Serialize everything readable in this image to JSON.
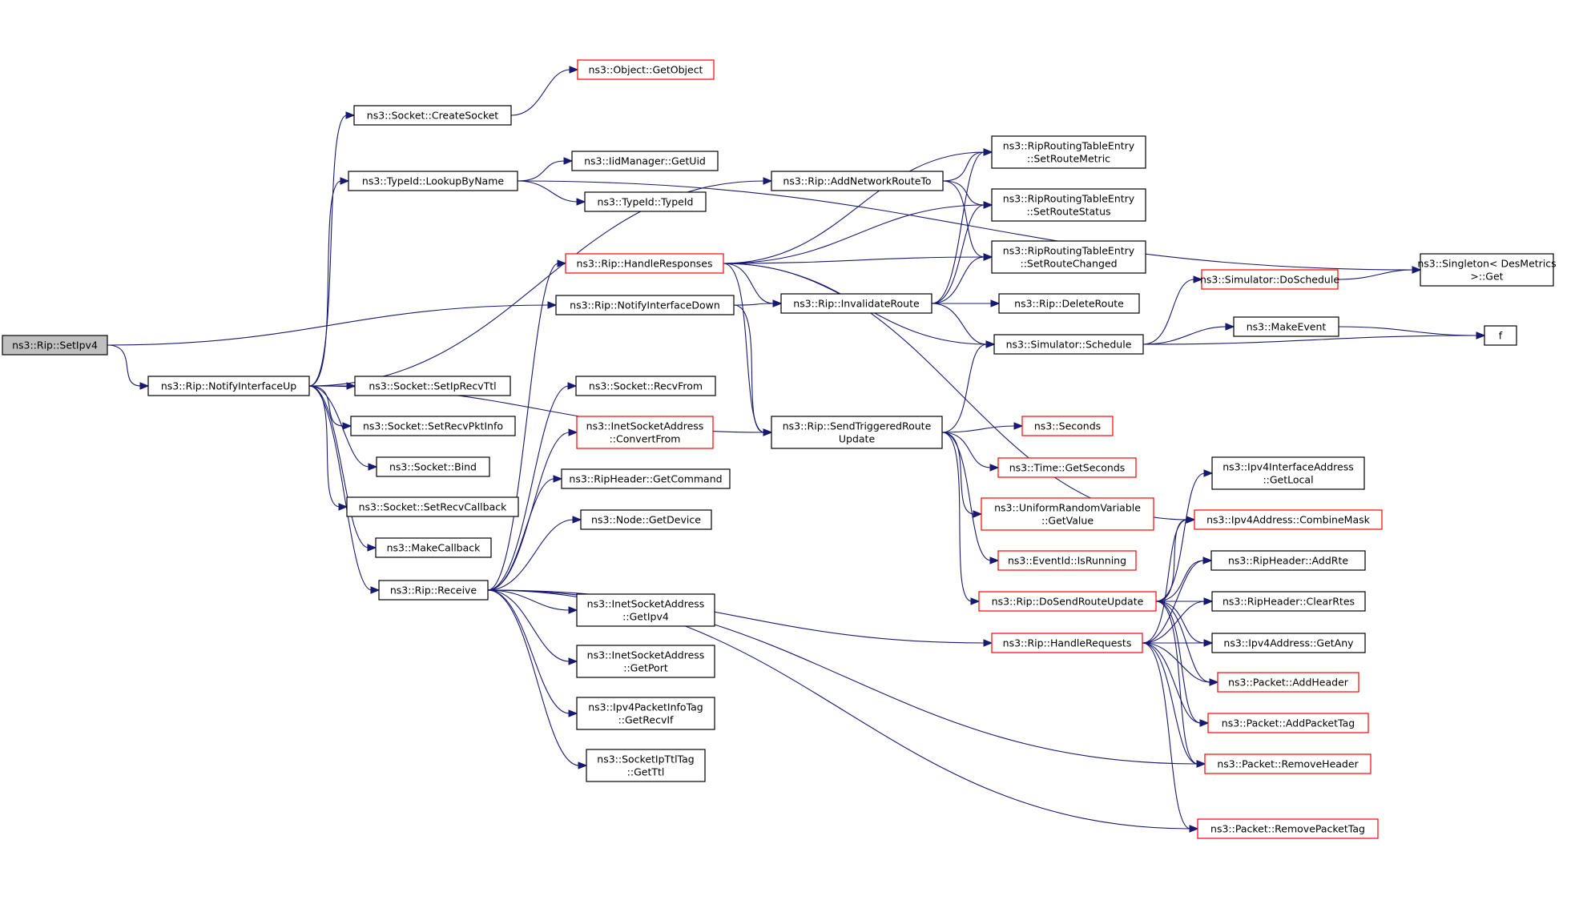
{
  "colors": {
    "edge": "#191970",
    "node_normal": "#000000",
    "node_truncated": "#ff0000",
    "node_root_fill": "#bfbfbf"
  },
  "nodes": {
    "setipv4": {
      "lines": [
        "ns3::Rip::SetIpv4"
      ],
      "kind": "root"
    },
    "notifyup": {
      "lines": [
        "ns3::Rip::NotifyInterfaceUp"
      ],
      "kind": "normal"
    },
    "createsocket": {
      "lines": [
        "ns3::Socket::CreateSocket"
      ],
      "kind": "normal"
    },
    "getobject": {
      "lines": [
        "ns3::Object::GetObject"
      ],
      "kind": "truncated"
    },
    "lookupbyname": {
      "lines": [
        "ns3::TypeId::LookupByName"
      ],
      "kind": "normal"
    },
    "getuid": {
      "lines": [
        "ns3::IidManager::GetUid"
      ],
      "kind": "normal"
    },
    "typeid": {
      "lines": [
        "ns3::TypeId::TypeId"
      ],
      "kind": "normal"
    },
    "setiprecvttl": {
      "lines": [
        "ns3::Socket::SetIpRecvTtl"
      ],
      "kind": "normal"
    },
    "setrecvpktinfo": {
      "lines": [
        "ns3::Socket::SetRecvPktInfo"
      ],
      "kind": "normal"
    },
    "bind": {
      "lines": [
        "ns3::Socket::Bind"
      ],
      "kind": "normal"
    },
    "setrecvcallback": {
      "lines": [
        "ns3::Socket::SetRecvCallback"
      ],
      "kind": "normal"
    },
    "makecallback": {
      "lines": [
        "ns3::MakeCallback"
      ],
      "kind": "normal"
    },
    "receive": {
      "lines": [
        "ns3::Rip::Receive"
      ],
      "kind": "normal"
    },
    "notifydown": {
      "lines": [
        "ns3::Rip::NotifyInterfaceDown"
      ],
      "kind": "normal"
    },
    "handleresponses": {
      "lines": [
        "ns3::Rip::HandleResponses"
      ],
      "kind": "truncated"
    },
    "recvfrom": {
      "lines": [
        "ns3::Socket::RecvFrom"
      ],
      "kind": "normal"
    },
    "convertfrom": {
      "lines": [
        "ns3::InetSocketAddress",
        "::ConvertFrom"
      ],
      "kind": "truncated"
    },
    "getcommand": {
      "lines": [
        "ns3::RipHeader::GetCommand"
      ],
      "kind": "normal"
    },
    "getdevice": {
      "lines": [
        "ns3::Node::GetDevice"
      ],
      "kind": "normal"
    },
    "getipv4": {
      "lines": [
        "ns3::InetSocketAddress",
        "::GetIpv4"
      ],
      "kind": "normal"
    },
    "getport": {
      "lines": [
        "ns3::InetSocketAddress",
        "::GetPort"
      ],
      "kind": "normal"
    },
    "getrecvif": {
      "lines": [
        "ns3::Ipv4PacketInfoTag",
        "::GetRecvIf"
      ],
      "kind": "normal"
    },
    "getttl": {
      "lines": [
        "ns3::SocketIpTtlTag",
        "::GetTtl"
      ],
      "kind": "normal"
    },
    "addnetworkrouteto": {
      "lines": [
        "ns3::Rip::AddNetworkRouteTo"
      ],
      "kind": "normal"
    },
    "invalidateroute": {
      "lines": [
        "ns3::Rip::InvalidateRoute"
      ],
      "kind": "normal"
    },
    "sendtriggered": {
      "lines": [
        "ns3::Rip::SendTriggeredRoute",
        "Update"
      ],
      "kind": "normal"
    },
    "setroutemetric": {
      "lines": [
        "ns3::RipRoutingTableEntry",
        "::SetRouteMetric"
      ],
      "kind": "normal"
    },
    "setroutestatus": {
      "lines": [
        "ns3::RipRoutingTableEntry",
        "::SetRouteStatus"
      ],
      "kind": "normal"
    },
    "setroutechanged": {
      "lines": [
        "ns3::RipRoutingTableEntry",
        "::SetRouteChanged"
      ],
      "kind": "normal"
    },
    "deleteroute": {
      "lines": [
        "ns3::Rip::DeleteRoute"
      ],
      "kind": "normal"
    },
    "schedule": {
      "lines": [
        "ns3::Simulator::Schedule"
      ],
      "kind": "normal"
    },
    "doschedule": {
      "lines": [
        "ns3::Simulator::DoSchedule"
      ],
      "kind": "truncated"
    },
    "makeevent": {
      "lines": [
        "ns3::MakeEvent"
      ],
      "kind": "normal"
    },
    "singleton": {
      "lines": [
        "ns3::Singleton< DesMetrics",
        ">::Get"
      ],
      "kind": "normal"
    },
    "f": {
      "lines": [
        "f"
      ],
      "kind": "normal"
    },
    "seconds": {
      "lines": [
        "ns3::Seconds"
      ],
      "kind": "truncated"
    },
    "getseconds": {
      "lines": [
        "ns3::Time::GetSeconds"
      ],
      "kind": "truncated"
    },
    "getvalue": {
      "lines": [
        "ns3::UniformRandomVariable",
        "::GetValue"
      ],
      "kind": "truncated"
    },
    "isrunning": {
      "lines": [
        "ns3::EventId::IsRunning"
      ],
      "kind": "truncated"
    },
    "dosendrouteupdate": {
      "lines": [
        "ns3::Rip::DoSendRouteUpdate"
      ],
      "kind": "truncated"
    },
    "handlerequests": {
      "lines": [
        "ns3::Rip::HandleRequests"
      ],
      "kind": "truncated"
    },
    "getlocal": {
      "lines": [
        "ns3::Ipv4InterfaceAddress",
        "::GetLocal"
      ],
      "kind": "normal"
    },
    "combinemask": {
      "lines": [
        "ns3::Ipv4Address::CombineMask"
      ],
      "kind": "truncated"
    },
    "addrte": {
      "lines": [
        "ns3::RipHeader::AddRte"
      ],
      "kind": "normal"
    },
    "clearrtes": {
      "lines": [
        "ns3::RipHeader::ClearRtes"
      ],
      "kind": "normal"
    },
    "getany": {
      "lines": [
        "ns3::Ipv4Address::GetAny"
      ],
      "kind": "normal"
    },
    "addheader": {
      "lines": [
        "ns3::Packet::AddHeader"
      ],
      "kind": "truncated"
    },
    "addpackettag": {
      "lines": [
        "ns3::Packet::AddPacketTag"
      ],
      "kind": "truncated"
    },
    "removeheader": {
      "lines": [
        "ns3::Packet::RemoveHeader"
      ],
      "kind": "truncated"
    },
    "removepackettag": {
      "lines": [
        "ns3::Packet::RemovePacketTag"
      ],
      "kind": "truncated"
    }
  },
  "edges": [
    [
      "setipv4",
      "notifyup"
    ],
    [
      "setipv4",
      "notifydown"
    ],
    [
      "notifyup",
      "createsocket"
    ],
    [
      "notifyup",
      "lookupbyname"
    ],
    [
      "notifyup",
      "setiprecvttl"
    ],
    [
      "notifyup",
      "setrecvpktinfo"
    ],
    [
      "notifyup",
      "bind"
    ],
    [
      "notifyup",
      "setrecvcallback"
    ],
    [
      "notifyup",
      "makecallback"
    ],
    [
      "notifyup",
      "receive"
    ],
    [
      "notifyup",
      "addnetworkrouteto"
    ],
    [
      "notifyup",
      "sendtriggered"
    ],
    [
      "createsocket",
      "getobject"
    ],
    [
      "lookupbyname",
      "getuid"
    ],
    [
      "lookupbyname",
      "typeid"
    ],
    [
      "lookupbyname",
      "singleton"
    ],
    [
      "receive",
      "handleresponses"
    ],
    [
      "receive",
      "recvfrom"
    ],
    [
      "receive",
      "convertfrom"
    ],
    [
      "receive",
      "getcommand"
    ],
    [
      "receive",
      "getdevice"
    ],
    [
      "receive",
      "getipv4"
    ],
    [
      "receive",
      "getport"
    ],
    [
      "receive",
      "getrecvif"
    ],
    [
      "receive",
      "getttl"
    ],
    [
      "receive",
      "handlerequests"
    ],
    [
      "receive",
      "removeheader"
    ],
    [
      "receive",
      "removepackettag"
    ],
    [
      "notifydown",
      "invalidateroute"
    ],
    [
      "notifydown",
      "sendtriggered"
    ],
    [
      "handleresponses",
      "setroutemetric"
    ],
    [
      "handleresponses",
      "setroutestatus"
    ],
    [
      "handleresponses",
      "setroutechanged"
    ],
    [
      "handleresponses",
      "invalidateroute"
    ],
    [
      "handleresponses",
      "schedule"
    ],
    [
      "handleresponses",
      "sendtriggered"
    ],
    [
      "handleresponses",
      "combinemask"
    ],
    [
      "addnetworkrouteto",
      "setroutemetric"
    ],
    [
      "addnetworkrouteto",
      "setroutestatus"
    ],
    [
      "addnetworkrouteto",
      "setroutechanged"
    ],
    [
      "invalidateroute",
      "setroutemetric"
    ],
    [
      "invalidateroute",
      "setroutestatus"
    ],
    [
      "invalidateroute",
      "setroutechanged"
    ],
    [
      "invalidateroute",
      "deleteroute"
    ],
    [
      "invalidateroute",
      "schedule"
    ],
    [
      "schedule",
      "doschedule"
    ],
    [
      "schedule",
      "makeevent"
    ],
    [
      "schedule",
      "f"
    ],
    [
      "doschedule",
      "singleton"
    ],
    [
      "makeevent",
      "f"
    ],
    [
      "sendtriggered",
      "schedule"
    ],
    [
      "sendtriggered",
      "seconds"
    ],
    [
      "sendtriggered",
      "getseconds"
    ],
    [
      "sendtriggered",
      "getvalue"
    ],
    [
      "sendtriggered",
      "isrunning"
    ],
    [
      "sendtriggered",
      "dosendrouteupdate"
    ],
    [
      "dosendrouteupdate",
      "getlocal"
    ],
    [
      "dosendrouteupdate",
      "combinemask"
    ],
    [
      "dosendrouteupdate",
      "addrte"
    ],
    [
      "dosendrouteupdate",
      "clearrtes"
    ],
    [
      "dosendrouteupdate",
      "getany"
    ],
    [
      "dosendrouteupdate",
      "addheader"
    ],
    [
      "dosendrouteupdate",
      "addpackettag"
    ],
    [
      "dosendrouteupdate",
      "removeheader"
    ],
    [
      "handlerequests",
      "combinemask"
    ],
    [
      "handlerequests",
      "addrte"
    ],
    [
      "handlerequests",
      "clearrtes"
    ],
    [
      "handlerequests",
      "getany"
    ],
    [
      "handlerequests",
      "addheader"
    ],
    [
      "handlerequests",
      "addpackettag"
    ],
    [
      "handlerequests",
      "removeheader"
    ],
    [
      "handlerequests",
      "removepackettag"
    ]
  ]
}
